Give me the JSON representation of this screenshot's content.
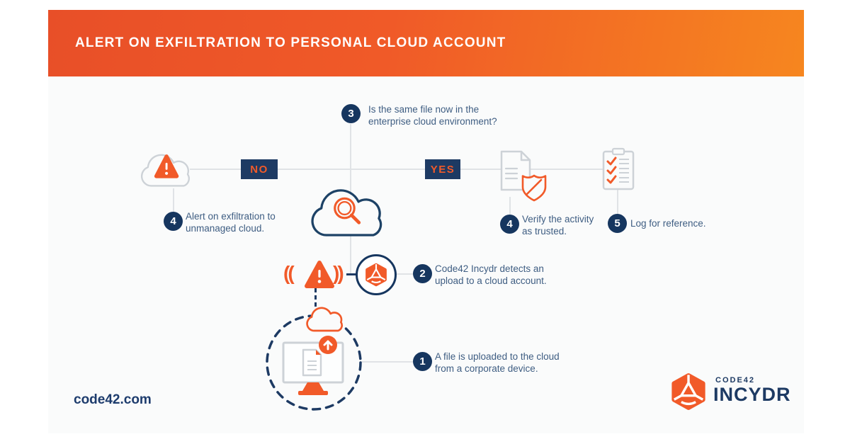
{
  "banner": {
    "title": "ALERT ON EXFILTRATION TO PERSONAL CLOUD ACCOUNT"
  },
  "colors": {
    "orange": "#f15a29",
    "navy": "#1d3a63",
    "text_blue": "#3e5d82",
    "line_gray": "#e0e3e6",
    "icon_gray": "#cdd2d7",
    "card_bg": "#fafbfb",
    "banner_gradient_start": "#e84f28",
    "banner_gradient_end": "#f6861f"
  },
  "flow": {
    "question": {
      "number": "3",
      "line1": "Is the same file now in the",
      "line2": "enterprise cloud environment?"
    },
    "no_branch": {
      "label": "NO",
      "step": {
        "number": "4",
        "line1": "Alert on exfiltration to",
        "line2": "unmanaged cloud."
      }
    },
    "yes_branch": {
      "label": "YES",
      "verify_step": {
        "number": "4",
        "line1": "Verify the activity",
        "line2": "as trusted."
      },
      "log_step": {
        "number": "5",
        "line1": "Log for reference."
      }
    },
    "detect_step": {
      "number": "2",
      "line1": "Code42 Incydr detects an",
      "line2": "upload to a cloud account."
    },
    "upload_step": {
      "number": "1",
      "line1": "A file is uploaded to the cloud",
      "line2": "from a corporate device."
    }
  },
  "icons": {
    "broadcast_left": "((",
    "broadcast_right": "))"
  },
  "footer": {
    "website": "code42.com",
    "logo_small": "CODE42",
    "logo_large": "INCYDR"
  }
}
